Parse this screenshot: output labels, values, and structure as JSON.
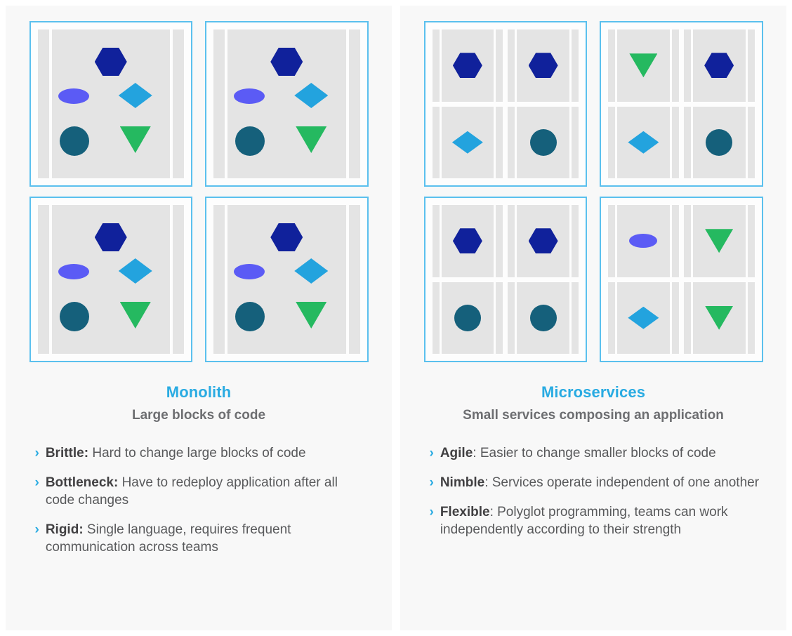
{
  "colors": {
    "accent": "#29abe2",
    "box_border": "#5bc0ee",
    "panel_gray": "#e4e4e4",
    "card_bg": "#f8f8f8",
    "hexagon": "#10219b",
    "ellipse": "#5b5bf5",
    "diamond": "#23a3de",
    "circle": "#15607b",
    "triangle": "#25b960",
    "subtitle_text": "#6d6e71",
    "body_text": "#58595b"
  },
  "columns": [
    {
      "id": "monolith",
      "title": "Monolith",
      "subtitle": "Large blocks of code",
      "diagram": {
        "type": "monolith",
        "box_count": 4,
        "shapes_per_box": [
          "hexagon",
          "ellipse",
          "diamond",
          "circle",
          "triangle"
        ]
      },
      "bullets": [
        {
          "lead": "Brittle:",
          "text": "Hard to change large blocks of code"
        },
        {
          "lead": "Bottleneck:",
          "text": "Have to redeploy application after all code changes"
        },
        {
          "lead": "Rigid:",
          "text": "Single language, requires frequent communication across teams"
        }
      ]
    },
    {
      "id": "microservices",
      "title": "Microservices",
      "subtitle": "Small services composing an application",
      "diagram": {
        "type": "microservices",
        "box_count": 4,
        "boxes": [
          [
            "hexagon",
            "hexagon",
            "diamond",
            "circle"
          ],
          [
            "triangle",
            "hexagon",
            "diamond",
            "circle"
          ],
          [
            "hexagon",
            "hexagon",
            "circle",
            "circle"
          ],
          [
            "ellipse",
            "triangle",
            "diamond",
            "triangle"
          ]
        ]
      },
      "bullets": [
        {
          "lead": "Agile",
          "text": ": Easier to change smaller blocks of code"
        },
        {
          "lead": "Nimble",
          "text": ": Services operate independent of one another"
        },
        {
          "lead": "Flexible",
          "text": ": Polyglot programming, teams can work independently according to their strength"
        }
      ]
    }
  ]
}
